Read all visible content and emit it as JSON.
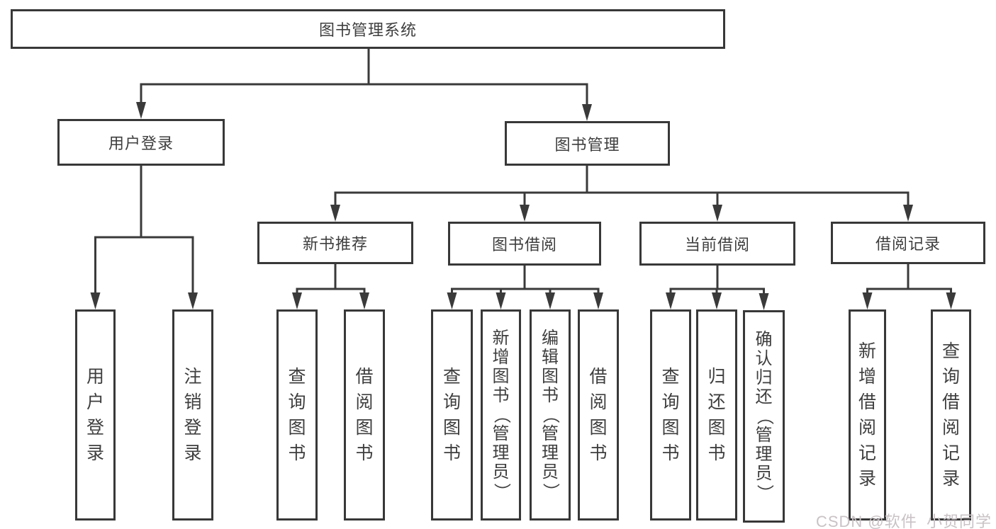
{
  "diagram": {
    "tree": {
      "root": "图书管理系统",
      "level2": [
        {
          "label": "用户登录",
          "leaves": [
            "用户登录",
            "注销登录"
          ]
        },
        {
          "label": "图书管理",
          "children": [
            {
              "label": "新书推荐",
              "leaves": [
                "查询图书",
                "借阅图书"
              ]
            },
            {
              "label": "图书借阅",
              "leaves": [
                "查询图书",
                "新增图书（管理员）",
                "编辑图书（管理员）",
                "借阅图书"
              ]
            },
            {
              "label": "当前借阅",
              "leaves": [
                "查询图书",
                "归还图书",
                "确认归还（管理员）"
              ]
            },
            {
              "label": "借阅记录",
              "leaves": [
                "新增借阅记录",
                "查询借阅记录"
              ]
            }
          ]
        }
      ]
    },
    "watermark": "CSDN @软件_小贺同学",
    "colors": {
      "line": "#3a3a3a",
      "box_border": "#383838",
      "text": "#3e3e3e",
      "watermark": "#c9c2c6",
      "background": "#ffffff"
    }
  }
}
